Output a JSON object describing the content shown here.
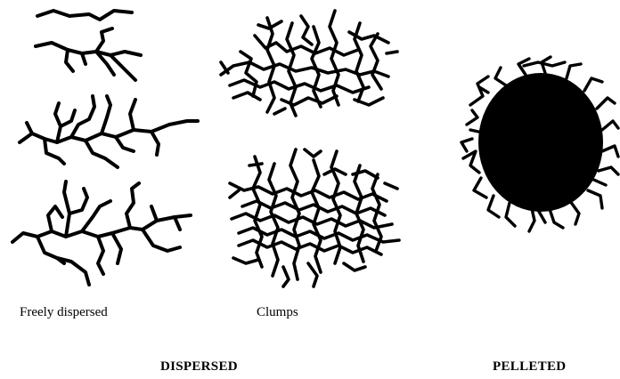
{
  "labels": {
    "freely_dispersed": "Freely dispersed",
    "clumps": "Clumps",
    "dispersed": "DISPERSED",
    "pelleted": "PELLETED"
  },
  "colors": {
    "background": "#ffffff",
    "ink": "#000000"
  }
}
